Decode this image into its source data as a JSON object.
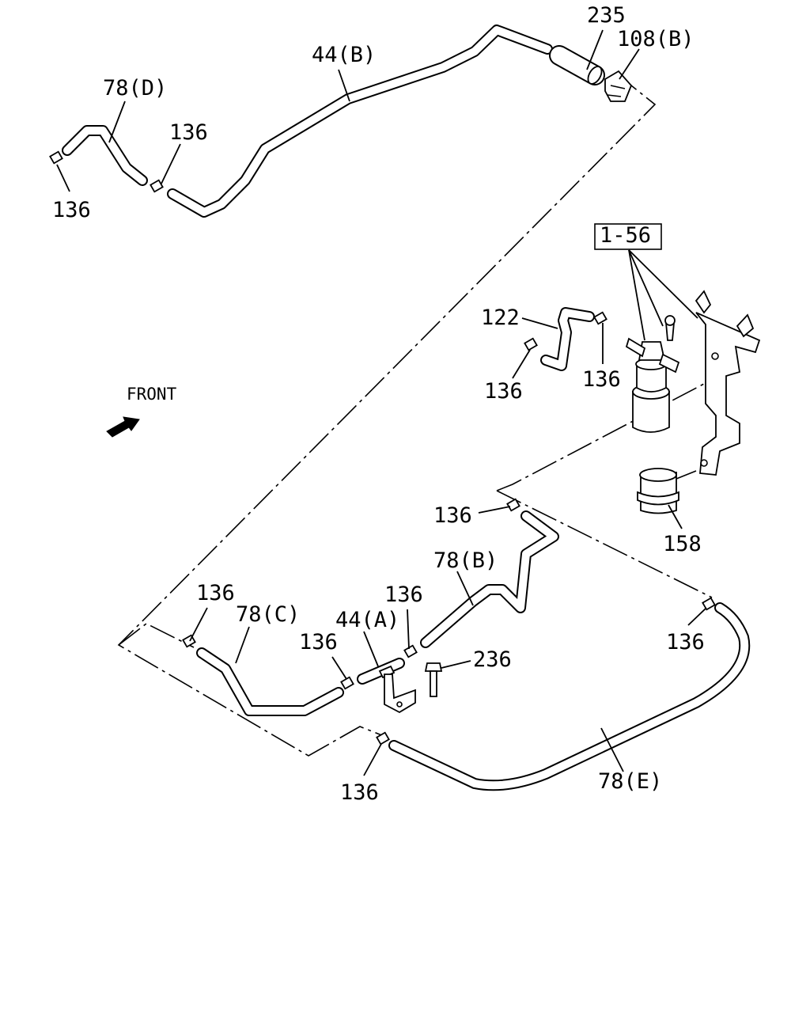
{
  "labels": {
    "l235": "235",
    "l108b": "108(B)",
    "l44b": "44(B)",
    "l78d": "78(D)",
    "l136_top": "136",
    "l136_topleft": "136",
    "l156": "1-56",
    "l122": "122",
    "l136_122": "136",
    "l136_filter": "136",
    "l158": "158",
    "l136_mid": "136",
    "l78b": "78(B)",
    "l136_left": "136",
    "l78c": "78(C)",
    "l136_44a_left": "136",
    "l44a": "44(A)",
    "l136_44a_right": "136",
    "l236": "236",
    "l136_right": "136",
    "l78e": "78(E)",
    "l136_bottom": "136"
  },
  "front": "FRONT"
}
